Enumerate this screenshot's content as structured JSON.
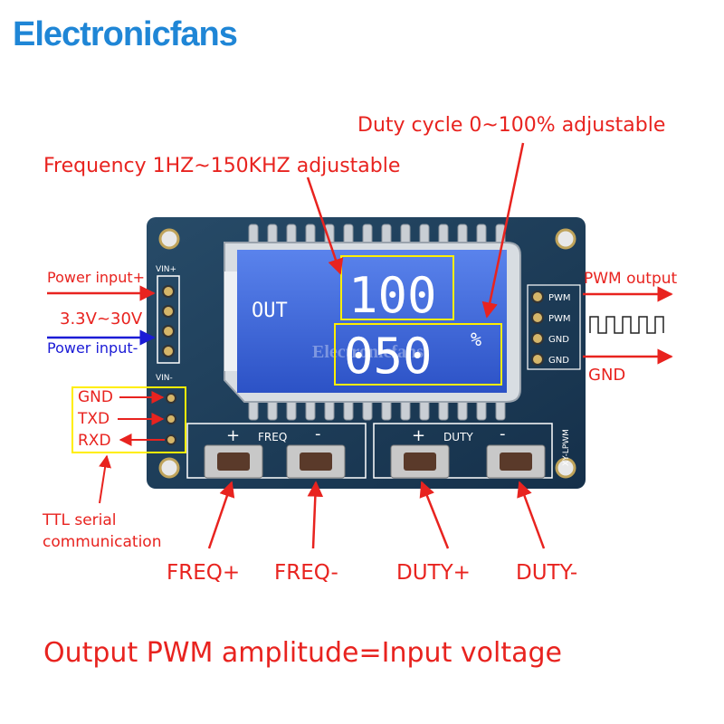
{
  "brand": {
    "name": "Electronicfans"
  },
  "colors": {
    "annotation": "#e8231f",
    "power_negative": "#1b1bd6",
    "pcb": "#1f3d57",
    "lcd": "#3b63d8",
    "highlight_box": "#ffee00",
    "brand": "#1f86d6"
  },
  "annotations": {
    "duty_cycle": "Duty cycle 0~100% adjustable",
    "frequency": "Frequency 1HZ~150KHZ adjustable",
    "power_plus": "Power input+",
    "voltage_range": "3.3V~30V",
    "power_minus": "Power input-",
    "pwm_output": "PWM output",
    "gnd_right": "GND",
    "serial_pins": [
      "GND",
      "TXD",
      "RXD"
    ],
    "ttl_serial": [
      "TTL serial",
      "communication"
    ],
    "buttons": [
      "FREQ+",
      "FREQ-",
      "DUTY+",
      "DUTY-"
    ],
    "footer": "Output PWM amplitude=Input voltage"
  },
  "board": {
    "vin_plus": "VIN+",
    "vin_minus": "VIN-",
    "right_pins": [
      "PWM",
      "PWM",
      "GND",
      "GND"
    ],
    "model": "XY-LPWM",
    "freq_group": {
      "plus": "+",
      "label": "FREQ",
      "minus": "-"
    },
    "duty_group": {
      "plus": "+",
      "label": "DUTY",
      "minus": "-"
    }
  },
  "lcd": {
    "mode": "OUT",
    "top_value": "100",
    "bottom_value": "050",
    "unit": "%"
  },
  "watermark": "Electronicfans"
}
